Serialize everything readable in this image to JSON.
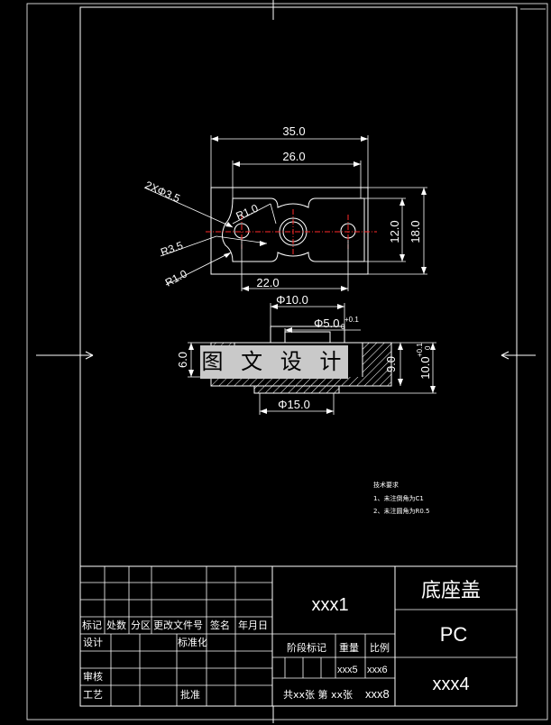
{
  "drawing": {
    "top_view": {
      "dim_overall_width": "35.0",
      "dim_hole_spacing": "26.0",
      "dim_slot_width": "22.0",
      "dim_inner_height": "12.0",
      "dim_overall_height": "18.0",
      "hole_callout": "2XΦ3.5",
      "radius_top": "R1.0",
      "radius_left": "R3.5",
      "radius_bottom": "R1.0"
    },
    "section_view": {
      "dim_top_diameter": "Φ10.0",
      "dim_inner_diameter": "Φ5.0",
      "dim_inner_tol": "+0.1",
      "dim_inner_tol2": "0",
      "dim_left_height": "6.0",
      "dim_right_height": "9.0",
      "dim_total_height": "10.0",
      "dim_total_tol": "+0.1",
      "dim_total_tol2": "0",
      "dim_bottom_diameter": "Φ15.0"
    },
    "tech_notes": {
      "title": "技术要求",
      "line1": "1、未注倒角为C1",
      "line2": "2、未注圆角为R0.5"
    },
    "watermark": "图 文 设 计"
  },
  "title_block": {
    "header_labels": [
      "标记",
      "处数",
      "分区",
      "更改文件号",
      "签名",
      "年月日"
    ],
    "design": "设计",
    "standardize": "标准化",
    "review": "审核",
    "process": "工艺",
    "approve": "批准",
    "drawing_number": "xxx1",
    "stage_mark": "阶段标记",
    "weight": "重量",
    "scale": "比例",
    "weight_value": "xxx5",
    "scale_value": "xxx6",
    "sheets": "共xx张 第 xx张",
    "sheet_suffix": "xxx8",
    "part_name": "底座盖",
    "material": "PC",
    "company": "xxx4"
  }
}
